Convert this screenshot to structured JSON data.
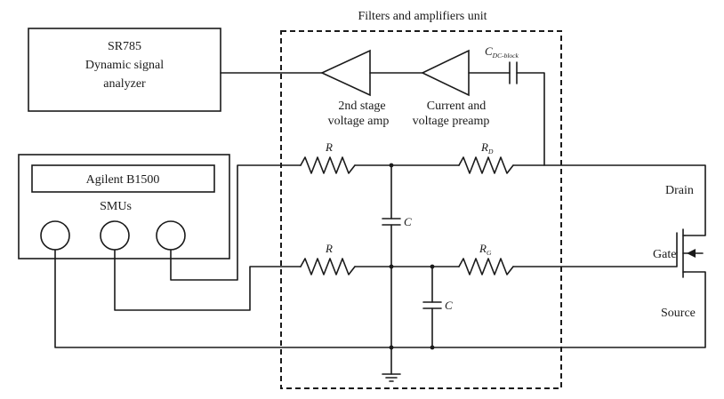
{
  "unit_title": "Filters and amplifiers unit",
  "analyzer": {
    "line1": "SR785",
    "line2": "Dynamic signal",
    "line3": "analyzer"
  },
  "b1500": {
    "name": "Agilent B1500",
    "smus": "SMUs"
  },
  "amps": {
    "stage2_line1": "2nd stage",
    "stage2_line2": "voltage amp",
    "preamp_line1": "Current and",
    "preamp_line2": "voltage preamp"
  },
  "components": {
    "c_block_main": "C",
    "c_block_sub": "DC-block",
    "r_top": "R",
    "rd_main": "R",
    "rd_sub": "D",
    "c_mid": "C",
    "r_bottom": "R",
    "rg_main": "R",
    "rg_sub": "G",
    "c_low": "C"
  },
  "terminals": {
    "drain": "Drain",
    "gate": "Gate",
    "source": "Source"
  }
}
